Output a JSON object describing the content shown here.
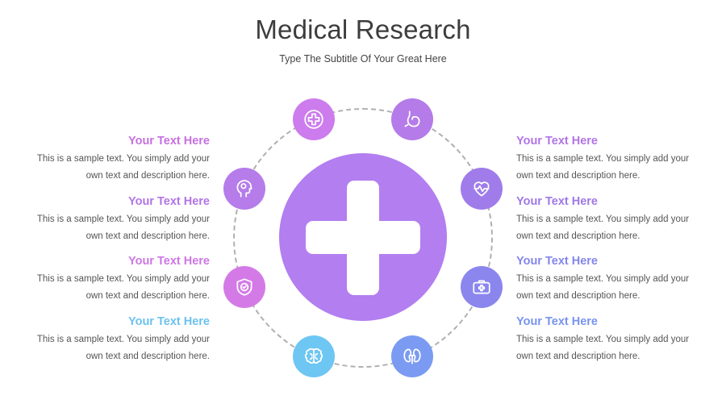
{
  "header": {
    "title": "Medical Research",
    "subtitle": "Type The Subtitle Of Your Great Here"
  },
  "center": {
    "icon": "plus-icon",
    "color": "#b37ef0"
  },
  "nodes": [
    {
      "icon": "medical-cross-icon",
      "color": "#cc7ced"
    },
    {
      "icon": "stomach-icon",
      "color": "#b47be9"
    },
    {
      "icon": "heart-pulse-icon",
      "color": "#9f7cea"
    },
    {
      "icon": "first-aid-kit-icon",
      "color": "#8b86ee"
    },
    {
      "icon": "kidneys-icon",
      "color": "#7b9bf2"
    },
    {
      "icon": "brain-icon",
      "color": "#6ec6f2"
    },
    {
      "icon": "shield-check-icon",
      "color": "#d47ae6"
    },
    {
      "icon": "head-mind-icon",
      "color": "#b57cea"
    }
  ],
  "left_items": [
    {
      "heading": "Your Text Here",
      "line1": "This is a sample text. You simply add your",
      "line2": "own text and description here.",
      "color": "#c770e0"
    },
    {
      "heading": "Your Text Here",
      "line1": "This is a sample text. You simply add your",
      "line2": "own text and description here.",
      "color": "#b274e6"
    },
    {
      "heading": "Your Text Here",
      "line1": "This is a sample text. You simply add your",
      "line2": "own text and description here.",
      "color": "#cf76e4"
    },
    {
      "heading": "Your Text Here",
      "line1": "This is a sample text. You simply add your",
      "line2": "own text and description here.",
      "color": "#6bc2ee"
    }
  ],
  "right_items": [
    {
      "heading": "Your Text Here",
      "line1": "This is a sample text. You simply add your",
      "line2": "own text and description here.",
      "color": "#b274e6"
    },
    {
      "heading": "Your Text Here",
      "line1": "This is a sample text. You simply add your",
      "line2": "own text and description here.",
      "color": "#9e78e6"
    },
    {
      "heading": "Your Text Here",
      "line1": "This is a sample text. You simply add your",
      "line2": "own text and description here.",
      "color": "#8386ea"
    },
    {
      "heading": "Your Text Here",
      "line1": "This is a sample text. You simply add your",
      "line2": "own text and description here.",
      "color": "#7793ee"
    }
  ]
}
